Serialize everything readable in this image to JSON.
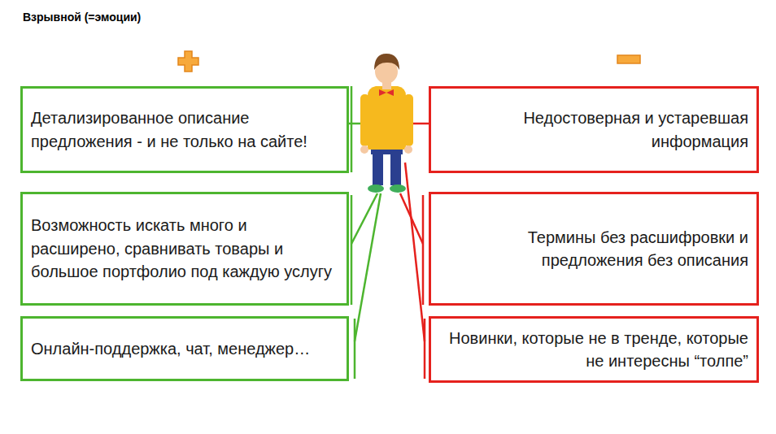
{
  "diagram": {
    "title": "Взрывной (=эмоции)",
    "nodes": [
      {
        "text": [
          "Детализированное описание предложения - и не только на сайте!"
        ]
      },
      {
        "text": [
          "Недостоверная и устаревшая информация"
        ]
      },
      {
        "text": [
          "Возможность искать много и расширено, сравнивать товары и большое портфолио под каждую услугу"
        ]
      },
      {
        "text": [
          "Термины без расшифровки и предложения без описания"
        ]
      },
      {
        "text": [
          "Онлайн-поддержка, чат, менеджер…"
        ]
      },
      {
        "text": [
          "Новинки, которые не в тренде, которые не интересны “толпе”"
        ]
      }
    ]
  }
}
